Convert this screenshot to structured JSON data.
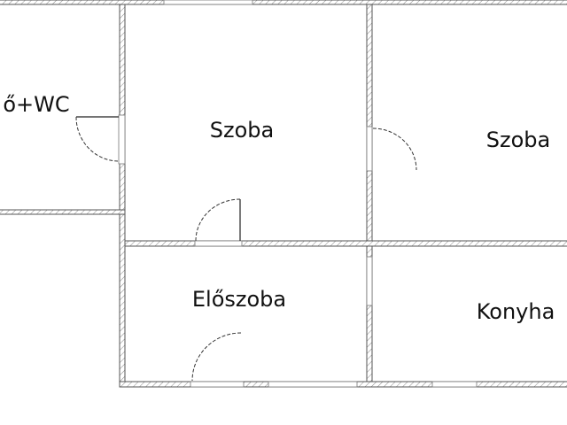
{
  "rooms": {
    "bathroom": "ő+WC",
    "room1": "Szoba",
    "room2": "Szoba",
    "hall": "Előszoba",
    "kitchen": "Konyha"
  },
  "colors": {
    "wall_line": "#555555",
    "background": "#ffffff"
  }
}
